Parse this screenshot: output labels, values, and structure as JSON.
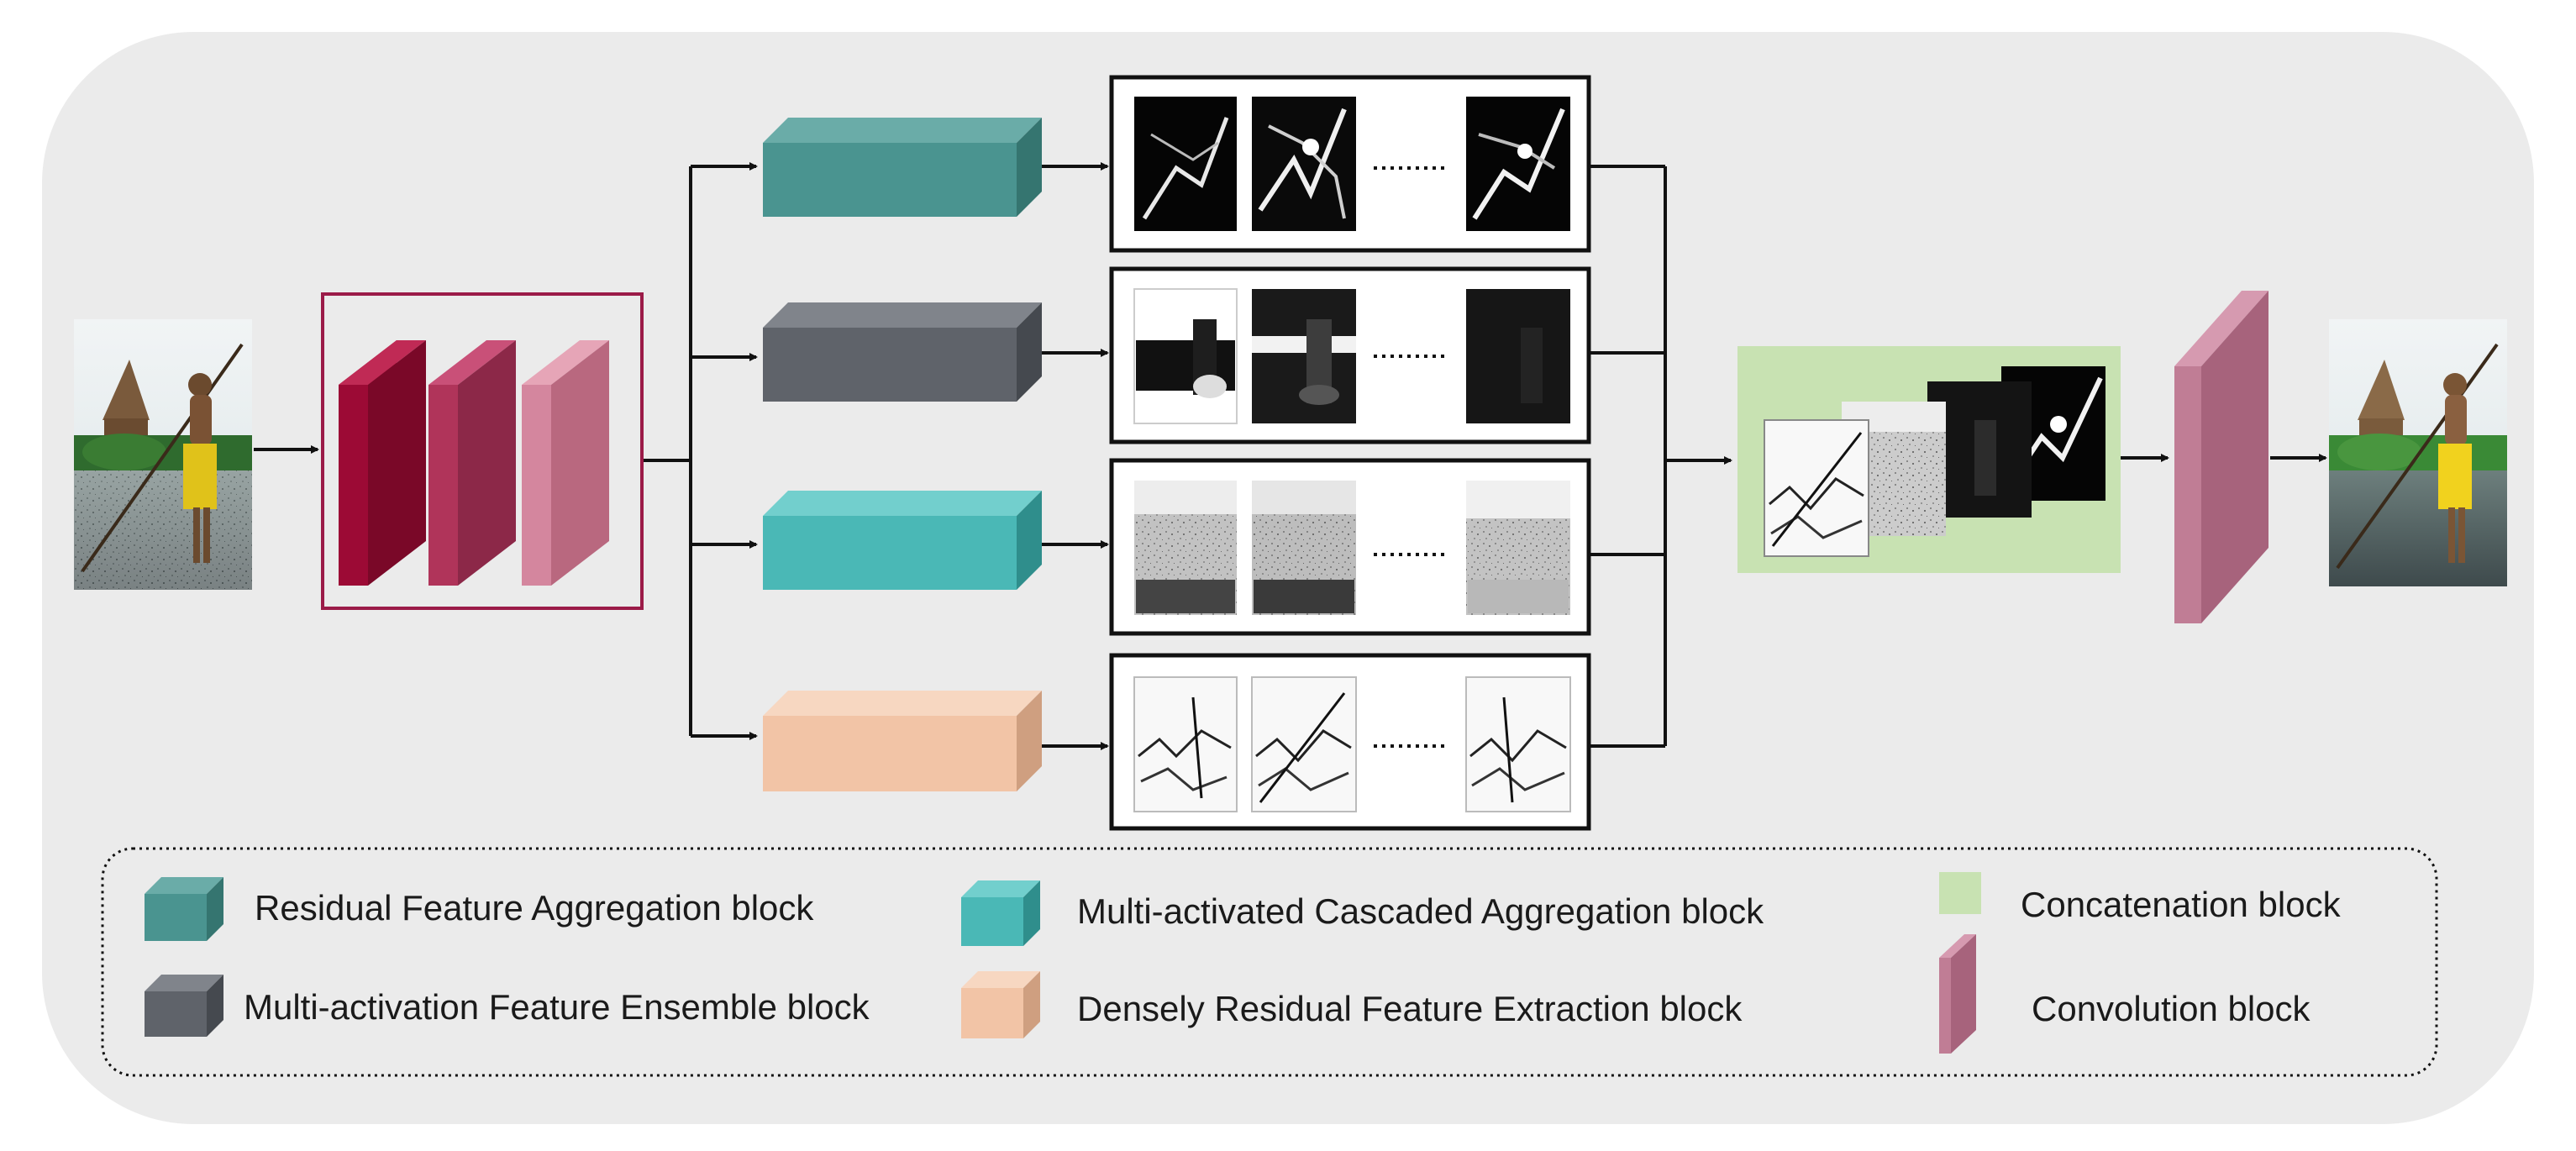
{
  "colors": {
    "background": "#ebebeb",
    "residual_feature_aggregation": "#4a9490",
    "multi_activation_feature_ensemble": "#5f636a",
    "multi_activated_cascaded_aggregation": "#4ab8b6",
    "densely_residual_feature_extraction": "#f2c4a6",
    "concatenation": "#c8e2b2",
    "convolution": "#c07d95",
    "input_block_frame": "#9b1b48",
    "input_conv_1": "#9c0a35",
    "input_conv_2": "#b0345a",
    "input_conv_3": "#d4869e"
  },
  "icons": {
    "input": "input-image-icon",
    "output": "output-image-icon",
    "feature_map": "feature-map-icon",
    "ellipsis": "ellipsis-dots-icon"
  },
  "legend": {
    "residual_feature_aggregation": "Residual Feature Aggregation block",
    "multi_activation_feature_ensemble": "Multi-activation Feature Ensemble block",
    "multi_activated_cascaded_aggregation": "Multi-activated Cascaded Aggregation block",
    "densely_residual_feature_extraction": "Densely Residual Feature Extraction block",
    "concatenation": "Concatenation block",
    "convolution": "Convolution block"
  }
}
